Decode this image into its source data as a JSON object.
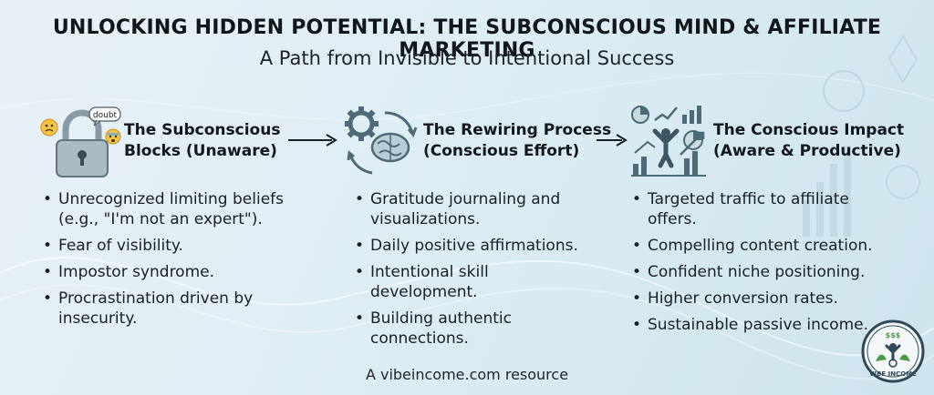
{
  "title": "UNLOCKING HIDDEN POTENTIAL: THE SUBCONSCIOUS MIND & AFFILIATE MARKETING",
  "subtitle": "A Path from Invisible to Intentional Success",
  "columns": [
    {
      "title_line1": "The Subconscious",
      "title_line2": "Blocks (Unaware)",
      "icon": "padlock-icon",
      "badge": "doubt",
      "items": [
        "Unrecognized limiting beliefs (e.g., \"I'm not an expert\").",
        "Fear of visibility.",
        "Impostor syndrome.",
        "Procrastination driven by insecurity."
      ]
    },
    {
      "title_line1": "The Rewiring Process",
      "title_line2": "(Conscious Effort)",
      "icon": "brain-gear-icon",
      "items": [
        "Gratitude journaling and visualizations.",
        "Daily positive affirmations.",
        "Intentional skill development.",
        "Building authentic connections."
      ]
    },
    {
      "title_line1": "The Conscious Impact",
      "title_line2": "(Aware & Productive)",
      "icon": "growth-chart-icon",
      "items": [
        "Targeted traffic to affiliate offers.",
        "Compelling content creation.",
        "Confident niche positioning.",
        "Higher conversion rates.",
        "Sustainable passive income."
      ]
    }
  ],
  "footer": "A vibeincome.com resource",
  "logo": {
    "money_text": "$$$",
    "brand_text": "VIBE INCOME"
  },
  "colors": {
    "accent": "#3a6f7e",
    "text": "#1a1f24",
    "logo_green": "#4f9a4a"
  }
}
